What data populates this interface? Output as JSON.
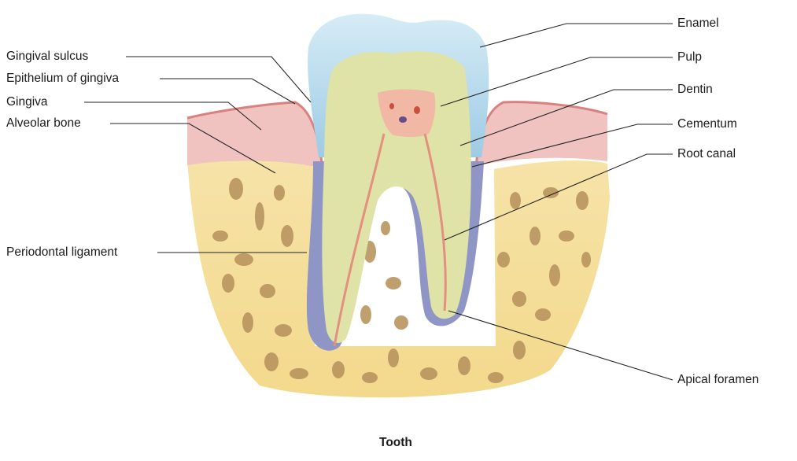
{
  "figure": {
    "caption": "Tooth",
    "labels_left": {
      "gingival_sulcus": "Gingival sulcus",
      "epithelium_of_gingiva": "Epithelium of gingiva",
      "gingiva": "Gingiva",
      "alveolar_bone": "Alveolar bone",
      "periodontal_ligament": "Periodontal ligament"
    },
    "labels_right": {
      "enamel": "Enamel",
      "pulp": "Pulp",
      "dentin": "Dentin",
      "cementum": "Cementum",
      "root_canal": "Root canal",
      "apical_foramen": "Apical foramen"
    }
  },
  "colors": {
    "enamel": "#a9d3e8",
    "dentin": "#dfe3a8",
    "pulp": "#f2b8a6",
    "gingiva": "#f1c3c0",
    "bone": "#f3d98c",
    "bone_cavity": "#b9955f",
    "ligament": "#8f95c4"
  }
}
